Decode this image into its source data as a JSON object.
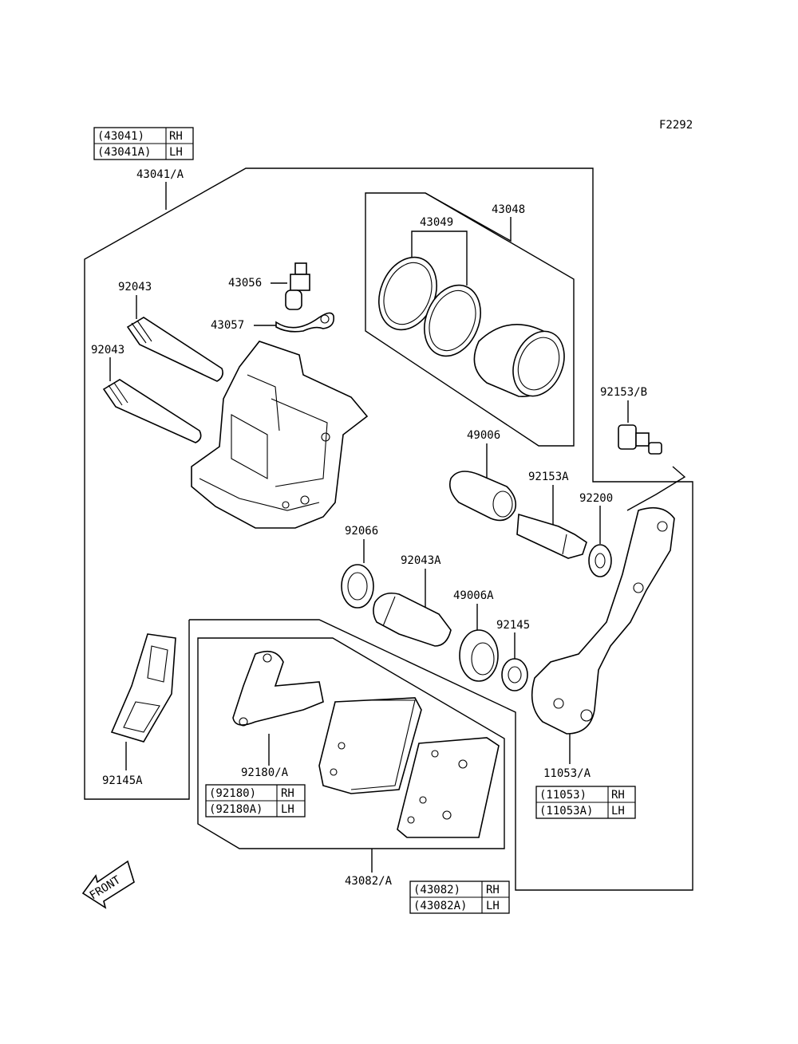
{
  "diagram_code": "F2292",
  "labels": {
    "caliper_assy": "43041/A",
    "piston_kit": "43048",
    "seal": "43049",
    "bleeder": "43056",
    "cap": "43057",
    "pin_upper": "92043",
    "pin_lower": "92043",
    "bolt_b": "92153/B",
    "sleeve": "49006",
    "bolt_a": "92153A",
    "washer_200": "92200",
    "boot_066": "92066",
    "pin_a": "92043A",
    "sleeve_a": "49006A",
    "spring_145": "92145",
    "spring_145a": "92145A",
    "bracket": "11053/A",
    "pad_spring": "92180/A",
    "pad_assy": "43082/A",
    "front": "FRONT"
  },
  "tables": {
    "caliper": [
      {
        "part": "(43041)",
        "side": "RH"
      },
      {
        "part": "(43041A)",
        "side": "LH"
      }
    ],
    "pad_spring": [
      {
        "part": "(92180)",
        "side": "RH"
      },
      {
        "part": "(92180A)",
        "side": "LH"
      }
    ],
    "bracket": [
      {
        "part": "(11053)",
        "side": "RH"
      },
      {
        "part": "(11053A)",
        "side": "LH"
      }
    ],
    "pad": [
      {
        "part": "(43082)",
        "side": "RH"
      },
      {
        "part": "(43082A)",
        "side": "LH"
      }
    ]
  }
}
